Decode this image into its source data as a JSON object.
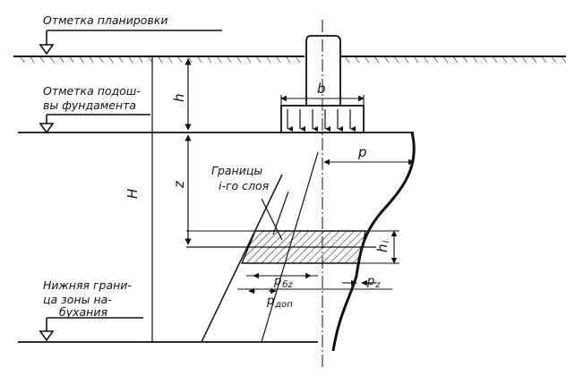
{
  "labels": {
    "planning_mark": "Отметка планировки",
    "foundation_base_mark_line1": "Отметка подош-",
    "foundation_base_mark_line2": "вы фундамента",
    "layer_bounds_line1": "Границы",
    "layer_bounds_line2": "i-го слоя",
    "swelling_lower_line1": "Нижняя грани-",
    "swelling_lower_line2": "ца зоны на-",
    "swelling_lower_line3": "бухания"
  },
  "symbols": {
    "width": "b",
    "depth_h": "h",
    "depth_z": "z",
    "total_H": "H",
    "pressure_p": "p",
    "layer_h": "h",
    "layer_h_sub": "i",
    "p_bz": "p",
    "p_bz_sub": "бz",
    "p_z": "p",
    "p_z_sub": "z",
    "p_dop": "p",
    "p_dop_sub": "доп"
  },
  "colors": {
    "ink": "#111111",
    "background": "#ffffff"
  }
}
